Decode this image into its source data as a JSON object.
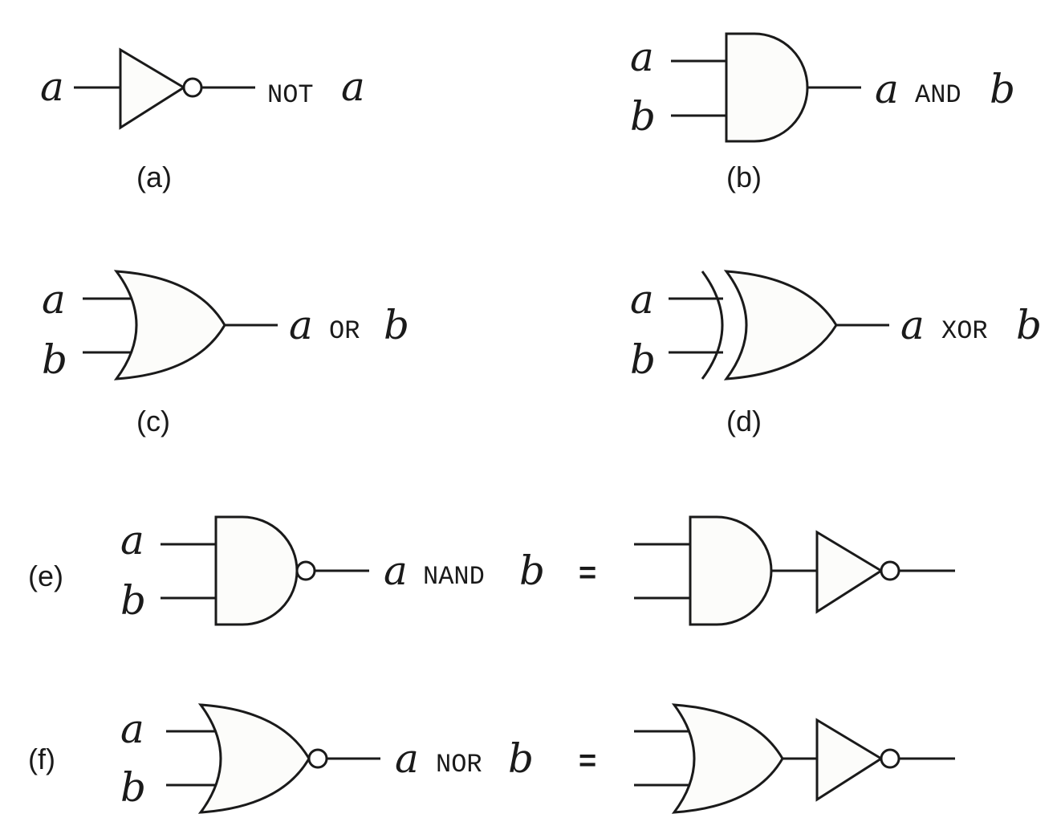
{
  "panels": {
    "a": {
      "caption": "(a)",
      "input": "a",
      "expression": {
        "op": "NOT",
        "operand": "a"
      }
    },
    "b": {
      "caption": "(b)",
      "inputs": [
        "a",
        "b"
      ],
      "expression": {
        "left": "a",
        "op": "AND",
        "right": "b"
      }
    },
    "c": {
      "caption": "(c)",
      "inputs": [
        "a",
        "b"
      ],
      "expression": {
        "left": "a",
        "op": "OR",
        "right": "b"
      }
    },
    "d": {
      "caption": "(d)",
      "inputs": [
        "a",
        "b"
      ],
      "expression": {
        "left": "a",
        "op": "XOR",
        "right": "b"
      }
    },
    "e": {
      "caption": "(e)",
      "inputs": [
        "a",
        "b"
      ],
      "expression": {
        "left": "a",
        "op": "NAND",
        "right": "b"
      },
      "equals": "="
    },
    "f": {
      "caption": "(f)",
      "inputs": [
        "a",
        "b"
      ],
      "expression": {
        "left": "a",
        "op": "NOR",
        "right": "b"
      },
      "equals": "="
    }
  }
}
